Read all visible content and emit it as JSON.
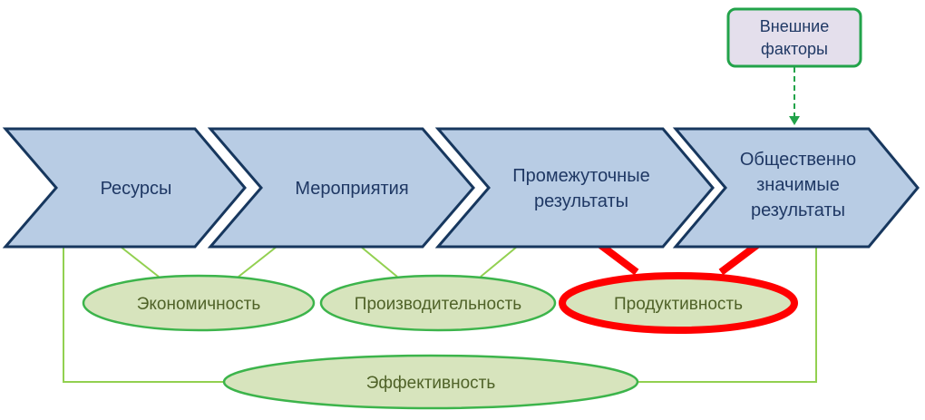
{
  "stages": [
    {
      "lines": [
        "Ресурсы"
      ]
    },
    {
      "lines": [
        "Мероприятия"
      ]
    },
    {
      "lines": [
        "Промежуточные",
        "результаты"
      ]
    },
    {
      "lines": [
        "Общественно",
        "значимые",
        "результаты"
      ]
    }
  ],
  "measures": [
    {
      "label": "Экономичность"
    },
    {
      "label": "Производительность"
    },
    {
      "label": "Продуктивность",
      "highlighted": true
    },
    {
      "label": "Эффективность"
    }
  ],
  "external": {
    "lines": [
      "Внешние",
      "факторы"
    ]
  },
  "colors": {
    "chevron_fill": "#b8cce4",
    "chevron_stroke": "#17375e",
    "ellipse_fill": "#d7e4bd",
    "ellipse_stroke": "#3cb44b",
    "highlight": "#ff0000",
    "connector": "#92d050",
    "external_fill": "#e4dfec",
    "external_stroke": "#22a34a"
  }
}
